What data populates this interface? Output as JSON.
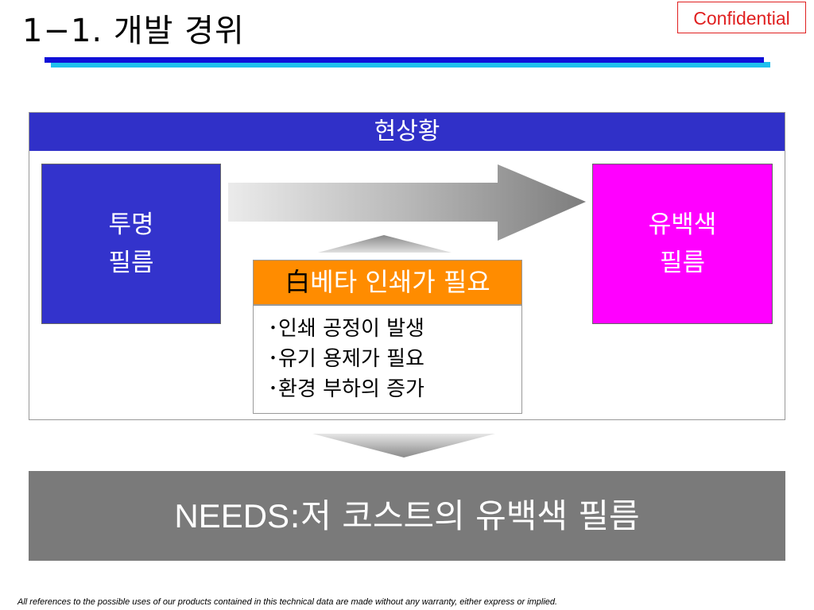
{
  "header": {
    "title": "1−1. 개발 경위",
    "confidential": "Confidential"
  },
  "panel": {
    "heading": "현상황"
  },
  "left_box": {
    "line1": "투명",
    "line2": "필름"
  },
  "right_box": {
    "line1": "유백색",
    "line2": "필름"
  },
  "process": {
    "kanji": "白",
    "label": "베타 인쇄가 필요"
  },
  "issues": [
    "･인쇄 공정이 발생",
    "･유기 용제가 필요",
    "･환경 부하의 증가"
  ],
  "needs": {
    "prefix": "NEEDS",
    "separator": ":",
    "text": "저 코스트의 유백색 필름"
  },
  "footer": "All references to the possible uses of our products contained in this technical data are made without any warranty, either express or implied.",
  "colors": {
    "header_bar": "#3030c8",
    "transparent_film": "#3333cc",
    "milky_film": "#ff00ff",
    "process_box": "#ff8c00",
    "needs_bar": "#7a7a7a",
    "accent_line_blue": "#1010d8",
    "accent_line_cyan": "#1ec0ee",
    "confidential": "#e02020"
  }
}
